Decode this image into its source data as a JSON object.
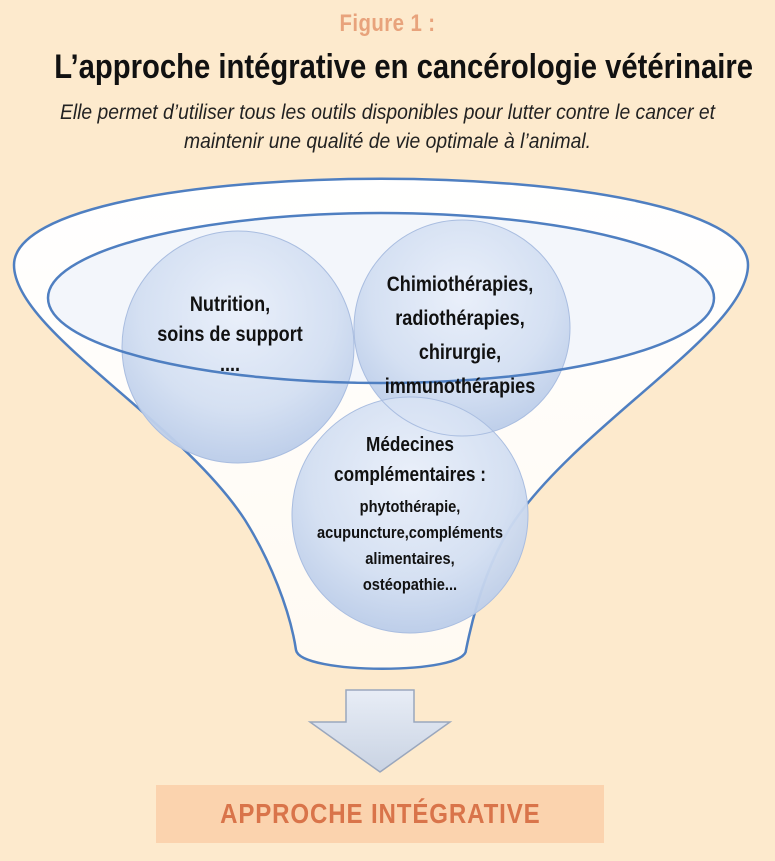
{
  "figure_label": "Figure 1 :",
  "title": "L’approche intégrative en cancérologie vétérinaire",
  "subtitle": "Elle permet d’utiliser tous les outils disponibles pour lutter contre le cancer et maintenir une qualité de vie optimale à l’animal.",
  "circles": {
    "nutrition": [
      "Nutrition,",
      "soins de support",
      "...."
    ],
    "therapies": [
      "Chimiothérapies,",
      "radiothérapies,",
      "chirurgie,",
      "immunothérapies"
    ],
    "medecines_head": [
      "Médecines",
      "complémentaires :"
    ],
    "medecines_body": [
      "phytothérapie,",
      "acupuncture,compléments",
      "alimentaires,",
      "ostéopathie..."
    ]
  },
  "result": "APPROCHE INTÉGRATIVE",
  "colors": {
    "background": "#fdeacd",
    "outline": "#4f7fc1",
    "figure_label": "#e8a37c",
    "result_box": "#fbd3ae",
    "result_text": "#d9744a"
  },
  "icons": {
    "arrow": "down-arrow-icon"
  }
}
